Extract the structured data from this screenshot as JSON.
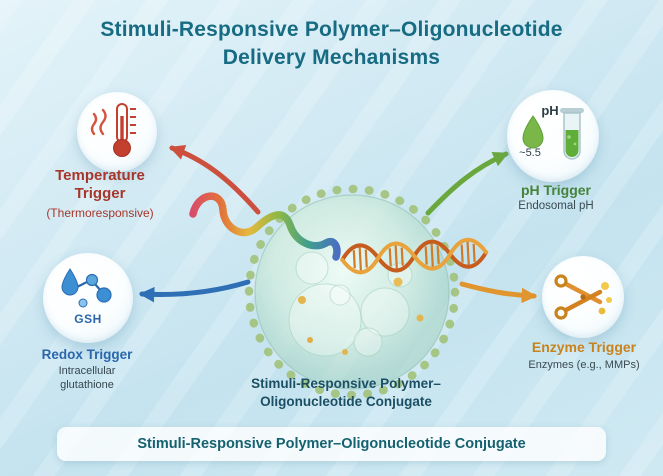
{
  "title": {
    "line1": "Stimuli-Responsive Polymer–Oligonucleotide",
    "line2": "Delivery Mechanisms"
  },
  "triggers": {
    "temperature": {
      "name_line1": "Temperature",
      "name_line2": "Trigger",
      "subtitle": "(Thermoresponsive)",
      "color": "#a8362b"
    },
    "ph": {
      "name": "pH Trigger",
      "subtitle": "Endosomal pH",
      "icon_label": "pH",
      "icon_value": "~5.5",
      "color": "#45823a"
    },
    "redox": {
      "name": "Redox Trigger",
      "subtitle_line1": "Intracellular",
      "subtitle_line2": "glutathione",
      "icon_label": "GSH",
      "color": "#2a66ad"
    },
    "enzyme": {
      "name": "Enzyme Trigger",
      "subtitle": "Enzymes (e.g., MMPs)",
      "color": "#c8831c"
    }
  },
  "center_caption": {
    "line1": "Stimuli-Responsive Polymer–",
    "line2": "Oligonucleotide Conjugate"
  },
  "footer": {
    "label": "Stimuli-Responsive Polymer–Oligonucleotide Conjugate"
  },
  "colors": {
    "title_text": "#176b82",
    "arrow_temperature": "#cd4f3d",
    "arrow_ph": "#6aa83e",
    "arrow_redox": "#2f6fb5",
    "arrow_enzyme": "#e0952f",
    "background": "#cfe9f2"
  }
}
